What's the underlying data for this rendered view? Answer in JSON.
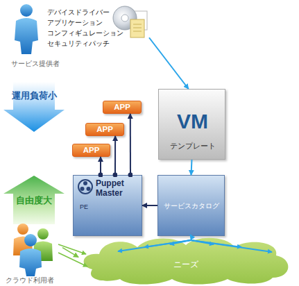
{
  "diagram": {
    "nodes": [
      {
        "text": [
          "デバイスドライバー アプリケーション コンフィギュレーション セキュリティパッチ",
          "サービス提供者"
        ]
      },
      {
        "text": [
          "VM",
          "テンプレート"
        ]
      },
      {
        "text": [
          "運用負荷小"
        ]
      },
      {
        "text": [
          "APP"
        ]
      },
      {
        "text": [
          "APP"
        ]
      },
      {
        "text": [
          "APP"
        ]
      },
      {
        "text": [
          "自由度大"
        ]
      },
      {
        "text": [
          "Puppet Master",
          "PE"
        ]
      },
      {
        "text": [
          "サービスカタログ"
        ]
      },
      {
        "text": [
          "ニーズ"
        ]
      },
      {
        "text": [
          "クラウド利用者"
        ]
      }
    ],
    "edges": [
      {
        "from": 0,
        "to": 1,
        "arrow": "to"
      },
      {
        "from": 1,
        "to": 8,
        "arrow": "to"
      },
      {
        "from": 8,
        "to": 7,
        "arrow": "to"
      },
      {
        "from": 7,
        "to": 3,
        "arrow": "to"
      },
      {
        "from": 7,
        "to": 4,
        "arrow": "to"
      },
      {
        "from": 7,
        "to": 5,
        "arrow": "to"
      },
      {
        "from": 8,
        "to": 9,
        "arrow": "to"
      },
      {
        "from": 10,
        "to": 9,
        "arrow": "to"
      }
    ]
  }
}
